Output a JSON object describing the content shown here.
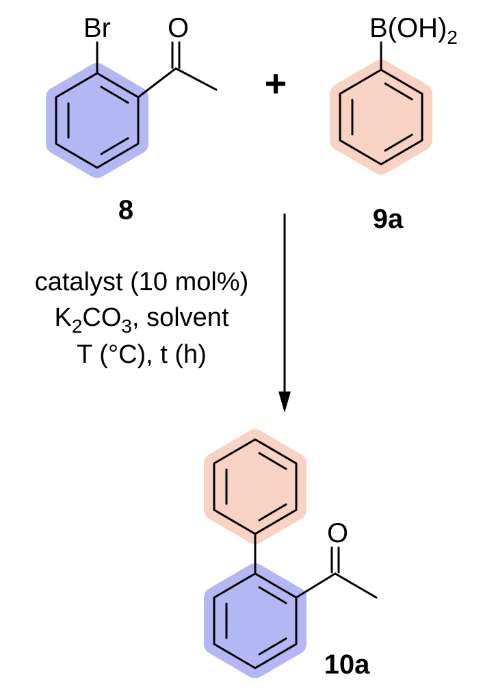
{
  "colors": {
    "bond": "#000000",
    "aryl_bromide_ring_highlight": "#b3b8f5",
    "phenyl_ring_highlight": "#f8d2c3",
    "background": "#ffffff"
  },
  "reactant_8": {
    "label": "8",
    "atoms": {
      "halogen": "Br",
      "carbonyl_oxygen": "O"
    }
  },
  "plus_sign": "+",
  "reactant_9a": {
    "label": "9a",
    "boronic_acid": {
      "text": "B(OH)",
      "subscript": "2"
    }
  },
  "conditions": {
    "line1": "catalyst (10 mol%)",
    "line2": {
      "k": "K",
      "k_sub": "2",
      "co": "CO",
      "co_sub": "3",
      "rest": ", solvent"
    },
    "line3": "T (°C), t (h)"
  },
  "product_10a": {
    "label": "10a",
    "atoms": {
      "carbonyl_oxygen": "O"
    }
  }
}
